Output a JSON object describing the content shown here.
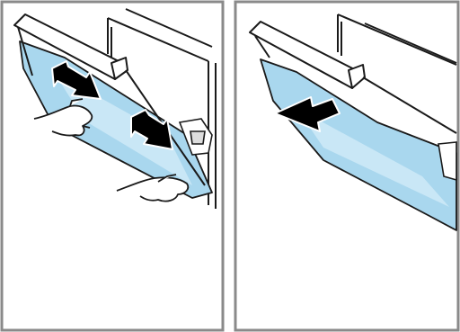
{
  "figure": {
    "panels": [
      {
        "id": "step-left",
        "depicts": [
          "oven-door-frame",
          "door-handle",
          "glass-pane",
          "two-hands",
          "push-arrows",
          "door-hinge"
        ]
      },
      {
        "id": "step-right",
        "depicts": [
          "oven-door-frame",
          "door-handle",
          "glass-pane",
          "pull-out-arrow"
        ]
      }
    ],
    "colors": {
      "panel_border": "#8a8a8a",
      "line": "#1a1a1a",
      "glass_fill": "#a9d7ee",
      "glass_highlight": "#d7eef9",
      "arrow_fill": "#000000",
      "arrow_outline": "#ffffff",
      "glove_fill": "#ffffff"
    },
    "icons": [
      "double-arrow-icon",
      "pull-arrow-icon",
      "hand-icon"
    ]
  }
}
